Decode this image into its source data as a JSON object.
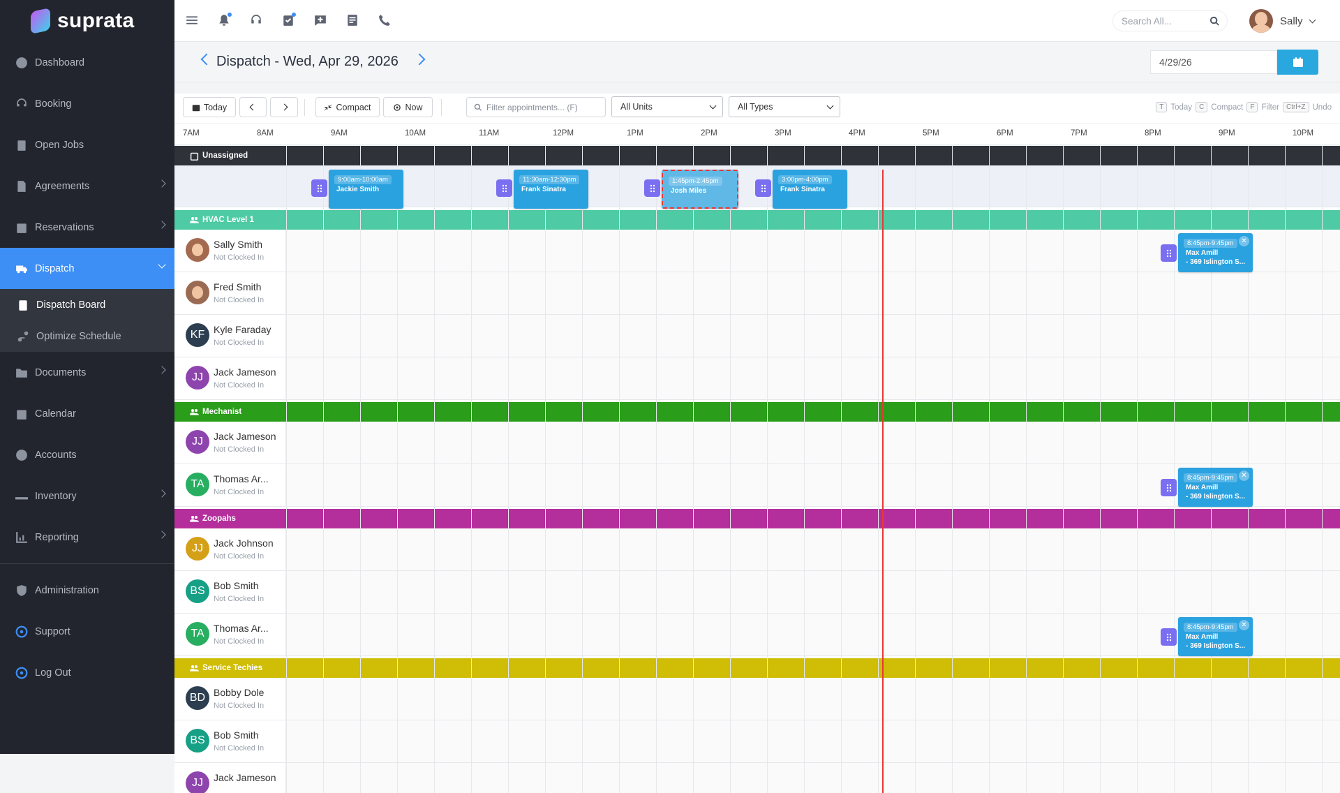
{
  "app": {
    "brand": "suprata"
  },
  "sidebar": {
    "items": [
      {
        "label": "Dashboard",
        "icon": "dashboard-icon"
      },
      {
        "label": "Booking",
        "icon": "headset-icon"
      },
      {
        "label": "Open Jobs",
        "icon": "clipboard-icon"
      },
      {
        "label": "Agreements",
        "icon": "file-signature-icon"
      },
      {
        "label": "Reservations",
        "icon": "calendar-check-icon"
      },
      {
        "label": "Dispatch",
        "icon": "truck-icon"
      },
      {
        "label": "Documents",
        "icon": "folder-icon"
      },
      {
        "label": "Calendar",
        "icon": "calendar-icon"
      },
      {
        "label": "Accounts",
        "icon": "user-circle-icon"
      },
      {
        "label": "Inventory",
        "icon": "pallet-icon"
      },
      {
        "label": "Reporting",
        "icon": "chart-icon"
      },
      {
        "label": "Administration",
        "icon": "shield-icon"
      },
      {
        "label": "Support",
        "icon": "support-icon"
      },
      {
        "label": "Log Out",
        "icon": "logout-icon"
      }
    ],
    "sub": [
      {
        "label": "Dispatch Board",
        "icon": "clipboard-list-icon"
      },
      {
        "label": "Optimize Schedule",
        "icon": "route-icon"
      }
    ]
  },
  "topbar": {
    "search_placeholder": "Search All...",
    "user_name": "Sally"
  },
  "header": {
    "title": "Dispatch - Wed, Apr 29, 2026",
    "date_value": "4/29/26"
  },
  "toolbar": {
    "today": "Today",
    "compact": "Compact",
    "now": "Now",
    "filter_placeholder": "Filter appointments... (F)",
    "units": "All Units",
    "types": "All Types",
    "shortcuts": [
      {
        "key": "T",
        "label": "Today"
      },
      {
        "key": "C",
        "label": "Compact"
      },
      {
        "key": "F",
        "label": "Filter"
      },
      {
        "key": "Ctrl+Z",
        "label": "Undo"
      }
    ]
  },
  "timeline": {
    "hours": [
      "7AM",
      "8AM",
      "9AM",
      "10AM",
      "11AM",
      "12PM",
      "1PM",
      "2PM",
      "3PM",
      "4PM",
      "5PM",
      "6PM",
      "7PM",
      "8PM",
      "9PM",
      "10PM"
    ]
  },
  "groups": [
    {
      "name": "Unassigned",
      "color": "#2f3238"
    },
    {
      "name": "HVAC Level 1",
      "color": "#4ecba4"
    },
    {
      "name": "Mechanist",
      "color": "#2a9d1a"
    },
    {
      "name": "Zoopahs",
      "color": "#b52f9c"
    },
    {
      "name": "Service Techies",
      "color": "#cfbd06"
    }
  ],
  "unassigned": [
    {
      "time": "9:00am-10:00am",
      "name": "Jackie Smith"
    },
    {
      "time": "11:30am-12:30pm",
      "name": "Frank Sinatra"
    },
    {
      "time": "1:45pm-2:45pm",
      "name": "Josh Miles"
    },
    {
      "time": "3:00pm-4:00pm",
      "name": "Frank Sinatra"
    }
  ],
  "techs": [
    {
      "name": "Sally Smith",
      "status": "Not Clocked In",
      "initials": "",
      "color": "#a36a4f"
    },
    {
      "name": "Fred Smith",
      "status": "Not Clocked In",
      "initials": "",
      "color": "#9a6b52"
    },
    {
      "name": "Kyle Faraday",
      "status": "Not Clocked In",
      "initials": "KF",
      "color": "#2c3e50"
    },
    {
      "name": "Jack Jameson",
      "status": "Not Clocked In",
      "initials": "JJ",
      "color": "#8e44ad"
    },
    {
      "name": "Jack Jameson",
      "status": "Not Clocked In",
      "initials": "JJ",
      "color": "#8e44ad"
    },
    {
      "name": "Thomas Ar...",
      "status": "Not Clocked In",
      "initials": "TA",
      "color": "#27ae60"
    },
    {
      "name": "Jack Johnson",
      "status": "Not Clocked In",
      "initials": "JJ",
      "color": "#d4a017"
    },
    {
      "name": "Bob Smith",
      "status": "Not Clocked In",
      "initials": "BS",
      "color": "#16a085"
    },
    {
      "name": "Thomas Ar...",
      "status": "Not Clocked In",
      "initials": "TA",
      "color": "#27ae60"
    },
    {
      "name": "Bobby Dole",
      "status": "Not Clocked In",
      "initials": "BD",
      "color": "#2c3e50"
    },
    {
      "name": "Bob Smith",
      "status": "Not Clocked In",
      "initials": "BS",
      "color": "#16a085"
    },
    {
      "name": "Jack Jameson",
      "status": "",
      "initials": "JJ",
      "color": "#8e44ad"
    }
  ],
  "assigned": {
    "time": "8:45pm-9:45pm",
    "name": "Max Amill",
    "address": "- 369 Islington S..."
  }
}
